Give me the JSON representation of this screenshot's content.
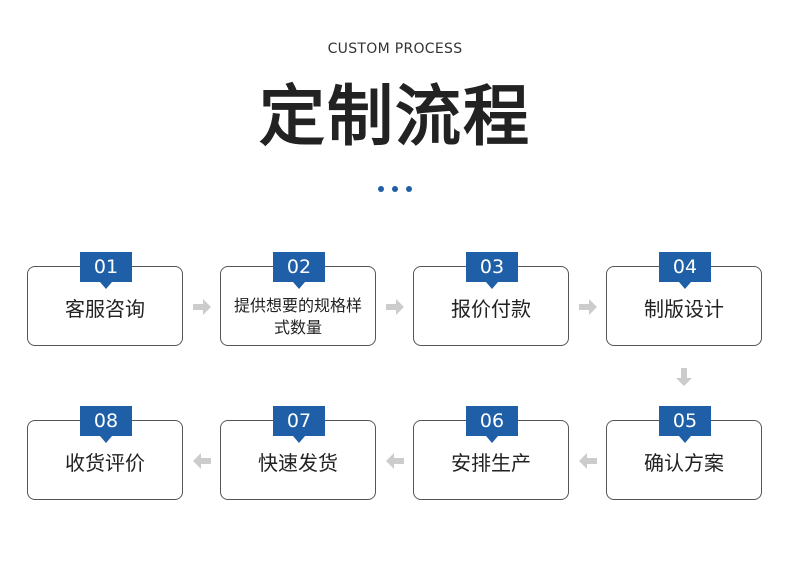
{
  "header": {
    "subtitle": "CUSTOM PROCESS",
    "title": "定制流程"
  },
  "steps": [
    {
      "number": "01",
      "label": "客服咨询"
    },
    {
      "number": "02",
      "label": "提供想要的规格样式数量"
    },
    {
      "number": "03",
      "label": "报价付款"
    },
    {
      "number": "04",
      "label": "制版设计"
    },
    {
      "number": "05",
      "label": "确认方案"
    },
    {
      "number": "06",
      "label": "安排生产"
    },
    {
      "number": "07",
      "label": "快速发货"
    },
    {
      "number": "08",
      "label": "收货评价"
    }
  ],
  "colors": {
    "accent": "#1f5fa8",
    "arrow": "#cccccc",
    "text": "#222222"
  }
}
